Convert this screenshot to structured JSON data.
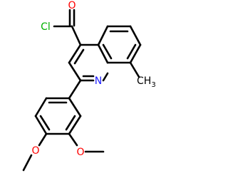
{
  "molecule": {
    "atoms": {
      "oxygen_carbonyl": "O",
      "chlorine": "Cl",
      "nitrogen": "N",
      "methyl": "CH",
      "methyl_sub": "3",
      "oxygen_methoxy_lower": "O",
      "oxygen_methoxy_right": "O"
    },
    "colors": {
      "bond": "#000000",
      "oxygen": "#ff0000",
      "chlorine": "#00b000",
      "nitrogen": "#2020ff",
      "carbon": "#000000"
    }
  }
}
